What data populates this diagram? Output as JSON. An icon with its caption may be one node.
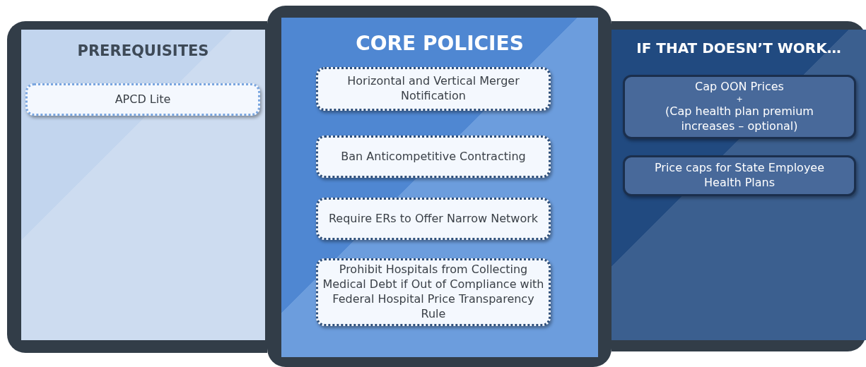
{
  "diagram": {
    "nodes": [
      {
        "text": [
          "PREREQUISITES"
        ]
      },
      {
        "text": [
          "APCD Lite"
        ],
        "in": 0
      },
      {
        "text": [
          "CORE POLICIES"
        ]
      },
      {
        "text": [
          "Horizontal and Vertical Merger Notification"
        ],
        "in": 2
      },
      {
        "text": [
          "Ban Anticompetitive Contracting"
        ],
        "in": 2
      },
      {
        "text": [
          "Require ERs to Offer Narrow Network"
        ],
        "in": 2
      },
      {
        "text": [
          "Prohibit Hospitals from Collecting Medical Debt if Out of Compliance with Federal Hospital Price Transparency Rule"
        ],
        "in": 2
      },
      {
        "text": [
          "IF THAT DOESN’T WORK…"
        ]
      },
      {
        "text": [
          "Cap OON Prices",
          "+",
          "(Cap health plan premium increases – optional)"
        ],
        "in": 7
      },
      {
        "text": [
          "Price caps for State Employee Health Plans"
        ],
        "in": 7
      }
    ]
  }
}
